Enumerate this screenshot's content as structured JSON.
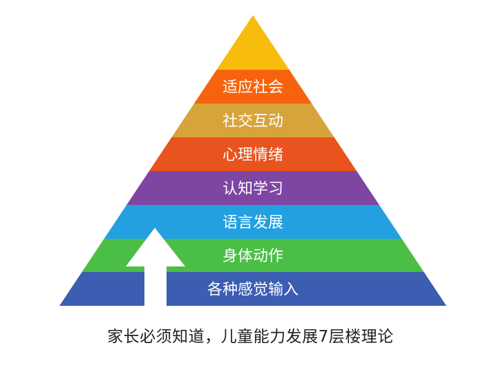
{
  "diagram": {
    "layers": [
      {
        "label": "",
        "color": "#F8BC0C"
      },
      {
        "label": "适应社会",
        "color": "#F7630C"
      },
      {
        "label": "社交互动",
        "color": "#D7A43B"
      },
      {
        "label": "心理情绪",
        "color": "#E9531D"
      },
      {
        "label": "认知学习",
        "color": "#7E45A2"
      },
      {
        "label": "语言发展",
        "color": "#23A0DF"
      },
      {
        "label": "身体动作",
        "color": "#4BBE46"
      },
      {
        "label": "各种感觉输入",
        "color": "#3B5EB2"
      }
    ],
    "arrow_icon": "up-arrow-icon",
    "arrow_color": "#ffffff"
  },
  "caption": "家长必须知道，儿童能力发展7层楼理论"
}
